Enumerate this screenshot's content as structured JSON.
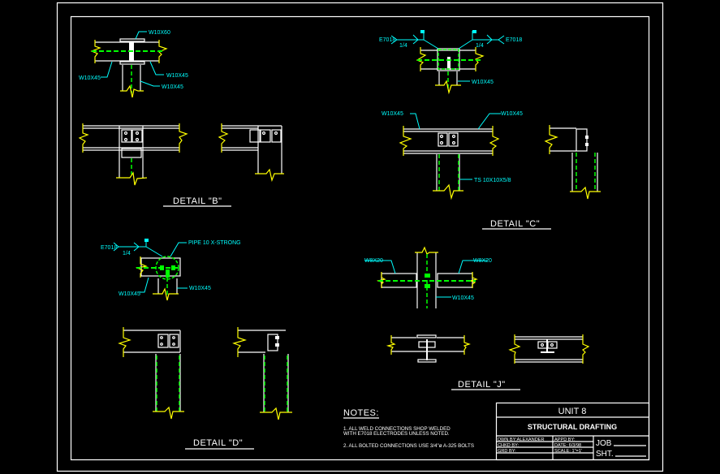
{
  "colors": {
    "background": "#000000",
    "object_lines": "#ffffff",
    "break_lines": "#ffff00",
    "centerlines": "#00ff00",
    "annotations": "#00ffff"
  },
  "detail_a": {
    "labels": {
      "top_beam": "W10X60",
      "left_beam": "W10X45",
      "right_beam": "W10X45",
      "column": "W10X45"
    }
  },
  "detail_b": {
    "title": "DETAIL \"B\""
  },
  "detail_weld_top_right": {
    "left_weld_symbol": "E7018",
    "left_weld_size": "1/4",
    "right_weld_symbol": "E7018",
    "right_weld_size": "1/4",
    "column": "W10X45"
  },
  "detail_c": {
    "title": "DETAIL \"C\"",
    "left_beam": "W10X45",
    "right_beam": "W10X45",
    "column": "TS 10X10X5/8"
  },
  "detail_pipe": {
    "weld_symbol": "E7018",
    "weld_size": "1/4",
    "pipe": "PIPE 10 X-STRONG",
    "left_beam": "W10X45",
    "column": "W10X45"
  },
  "detail_d": {
    "title": "DETAIL \"D\""
  },
  "detail_moment": {
    "left_beam": "W8X20",
    "right_beam": "W8X20",
    "column": "W10X45"
  },
  "detail_j": {
    "title": "DETAIL \"J\""
  },
  "notes": {
    "heading": "NOTES:",
    "items": [
      "1. ALL WELD CONNECTIONS SHOP WELDED",
      "WITH E7018 ELECTRODES UNLESS NOTED.",
      "2. ALL BOLTED CONNECTIONS USE 3/4\"ø A-325 BOLTS"
    ]
  },
  "title_block": {
    "unit": "UNIT 8",
    "course": "STRUCTURAL DRAFTING",
    "drawn_by": "DWN BY:ALEXANDER",
    "checked_by": "CHKD BY:",
    "graded_by": "GRD BY:",
    "approved_by": "APPD BY:",
    "date": "DATE: 6/3/98",
    "scale": "SCALE: 1\"=1'",
    "job": "JOB",
    "sheet": "SHT."
  }
}
